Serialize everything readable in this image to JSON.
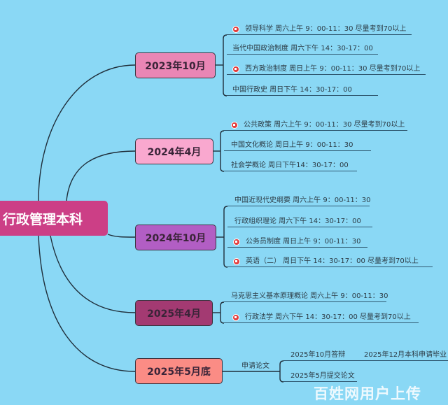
{
  "root": {
    "label": "行政管理本科",
    "color": "#cc3f86"
  },
  "branches": [
    {
      "label": "2023年10月",
      "color": "#e986b5",
      "items": [
        {
          "text": "领导科学  周六上午 9：00-11：30    尽量考到70以上",
          "flag": true
        },
        {
          "text": "当代中国政治制度    周六下午 14：30-17：00",
          "flag": false
        },
        {
          "text": "西方政治制度    周日上午 9：00-11：30  尽量考到70以上",
          "flag": true
        },
        {
          "text": "中国行政史            周日下午 14：30-17：00",
          "flag": false
        }
      ]
    },
    {
      "label": "2024年4月",
      "color": "#f9a8cf",
      "items": [
        {
          "text": "公共政策  周六上午 9：00-11：30  尽量考到70以上",
          "flag": true
        },
        {
          "text": "中国文化概论   周日上午 9：00-11：30",
          "flag": false
        },
        {
          "text": "社会学概论     周日下午14：30-17：00",
          "flag": false
        }
      ]
    },
    {
      "label": "2024年10月",
      "color": "#b25ec4",
      "items": [
        {
          "text": "中国近现代史纲要 周六上午 9：00-11：30",
          "flag": false
        },
        {
          "text": "行政组织理论       周六下午 14：30-17：00",
          "flag": false
        },
        {
          "text": "公务员制度    周日上午 9：00-11：30",
          "flag": true
        },
        {
          "text": "英语（二）    周日下午 14：30-17：00   尽量考到70以上",
          "flag": true
        }
      ]
    },
    {
      "label": "2025年4月",
      "color": "#a33a72",
      "items": [
        {
          "text": "马克思主义基本原理概论 周六上午 9：00-11：30",
          "flag": false
        },
        {
          "text": "行政法学    周六下午 14：30-17：00   尽量考到70以上",
          "flag": true
        }
      ]
    },
    {
      "label": "2025年5月底",
      "color": "#fb8c85",
      "sub": "申请论文",
      "items": [
        {
          "text": "2025年10月答辩",
          "extra": "2025年12月本科申请毕业"
        },
        {
          "text": "2025年5月提交论文"
        }
      ]
    }
  ],
  "watermark": "百姓网用户上传"
}
